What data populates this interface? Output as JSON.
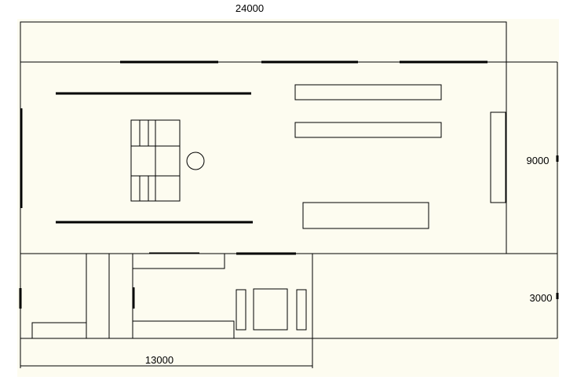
{
  "canvas": {
    "background": "#fdfcf0",
    "line_color": "#000000"
  },
  "dimensions": {
    "top_width": "24000",
    "right_height_upper": "9000",
    "right_height_lower": "3000",
    "bottom_width": "13000"
  }
}
